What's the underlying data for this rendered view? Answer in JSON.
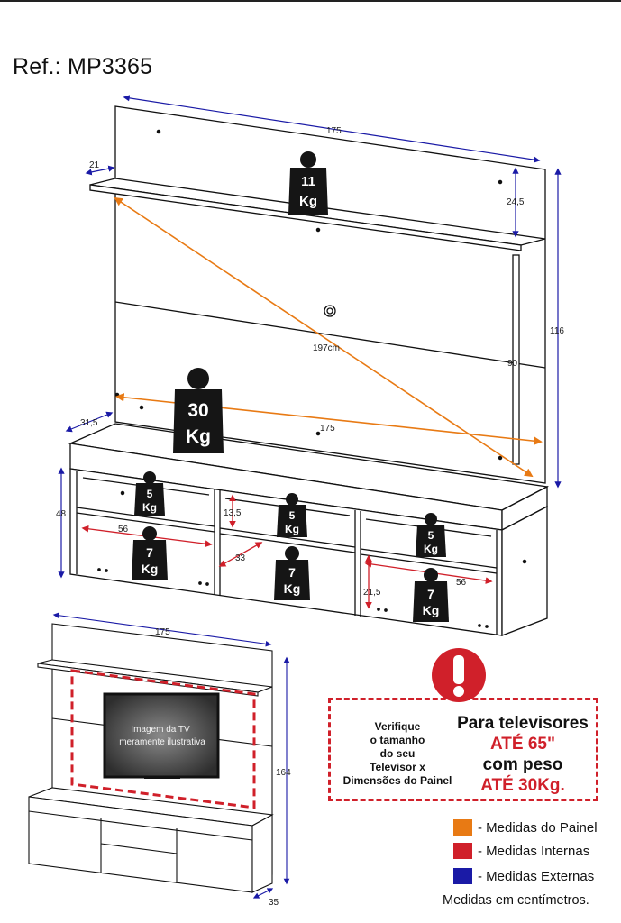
{
  "header": {
    "reference": "Ref.: MP3365"
  },
  "colors": {
    "orange": "#e87a14",
    "red": "#d0202a",
    "blue": "#1a1aa6",
    "weight_icon": "#151515",
    "tv_screen": "#3c3c3c"
  },
  "main_dimensions": {
    "width_top": "175",
    "shelf_depth": "21",
    "shelf_gap": "24,5",
    "panel_height_right": "116",
    "diagonal": "197cm",
    "inner_height": "90",
    "rack_depth": "31,5",
    "panel_width_lower": "175",
    "rack_height": "48",
    "niche_width_left": "56",
    "niche_height_13": "13,5",
    "niche_width_33": "33",
    "niche_height_21": "21,5",
    "niche_width_right": "56"
  },
  "weights": {
    "top_shelf": [
      "11",
      "Kg"
    ],
    "rack_top": [
      "30",
      "Kg"
    ],
    "niche_a": [
      "5",
      "Kg"
    ],
    "niche_b": [
      "5",
      "Kg"
    ],
    "niche_c": [
      "5",
      "Kg"
    ],
    "lower_a": [
      "7",
      "Kg"
    ],
    "lower_b": [
      "7",
      "Kg"
    ],
    "lower_c": [
      "7",
      "Kg"
    ]
  },
  "secondary_view": {
    "width": "175",
    "height": "164",
    "depth": "35",
    "tv_caption_line1": "Imagem da TV",
    "tv_caption_line2": "meramente ilustrativa"
  },
  "warning": {
    "left_lines": [
      "Verifique",
      "o tamanho",
      "do seu",
      "Televisor x",
      "Dimensões do Painel"
    ],
    "right_line1": "Para televisores",
    "right_line2": "ATÉ 65\"",
    "right_line3": "com peso",
    "right_line4": "ATÉ 30Kg."
  },
  "legend": [
    {
      "label": "- Medidas do Painel",
      "color": "#e87a14"
    },
    {
      "label": "- Medidas Internas",
      "color": "#d0202a"
    },
    {
      "label": "- Medidas Externas",
      "color": "#1a1aa6"
    }
  ],
  "footer": {
    "units_note": "Medidas em centímetros."
  }
}
